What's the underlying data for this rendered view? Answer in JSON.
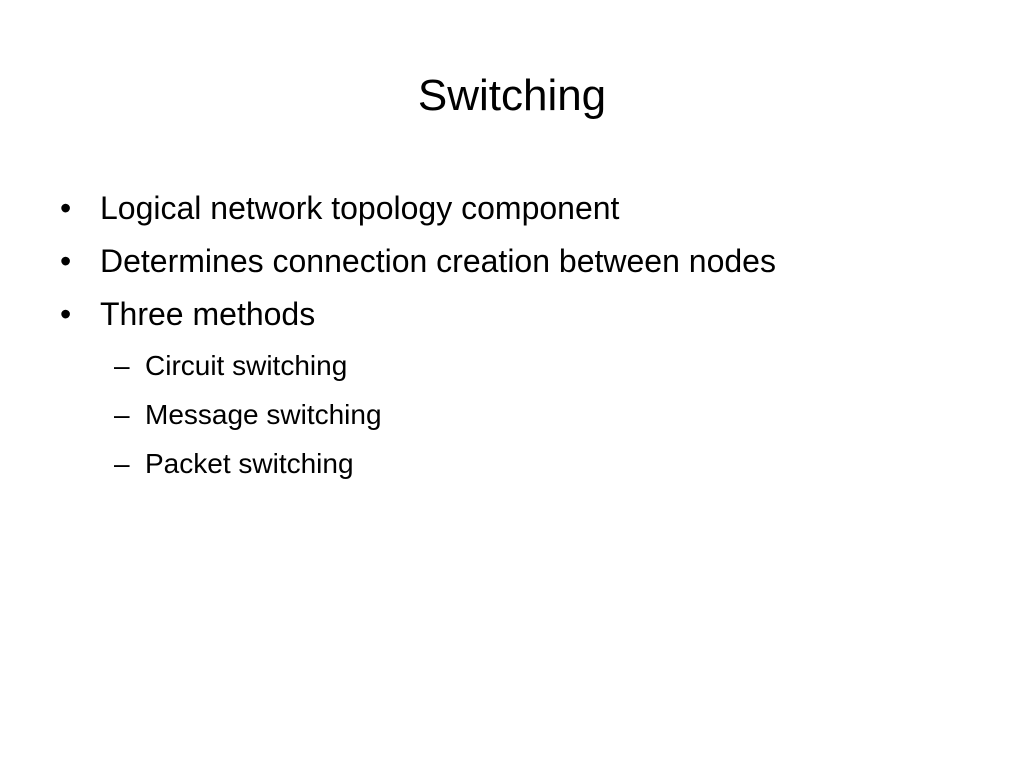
{
  "slide": {
    "title": "Switching",
    "bullet_marker": "•",
    "sub_marker": "–",
    "bullets": [
      "Logical network topology component",
      "Determines connection creation between nodes",
      "Three methods"
    ],
    "sub_bullets": [
      "Circuit switching",
      "Message switching",
      "Packet switching"
    ]
  }
}
